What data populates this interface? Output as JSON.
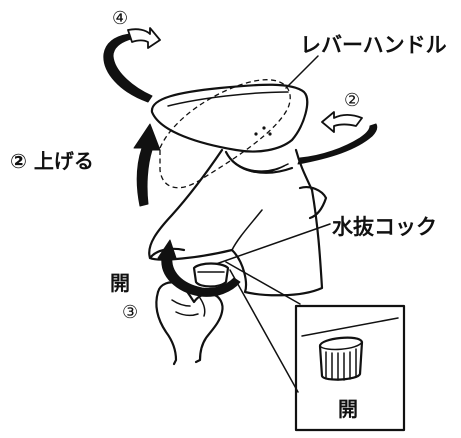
{
  "labels": {
    "lever_handle": "レバーハンドル",
    "step2_right": "②",
    "step4": "④",
    "raise": "② 上げる",
    "drain_cock": "水抜コック",
    "open": "開",
    "step3": "③",
    "inset_open": "開"
  },
  "colors": {
    "ink": "#111111",
    "background": "#ffffff"
  }
}
